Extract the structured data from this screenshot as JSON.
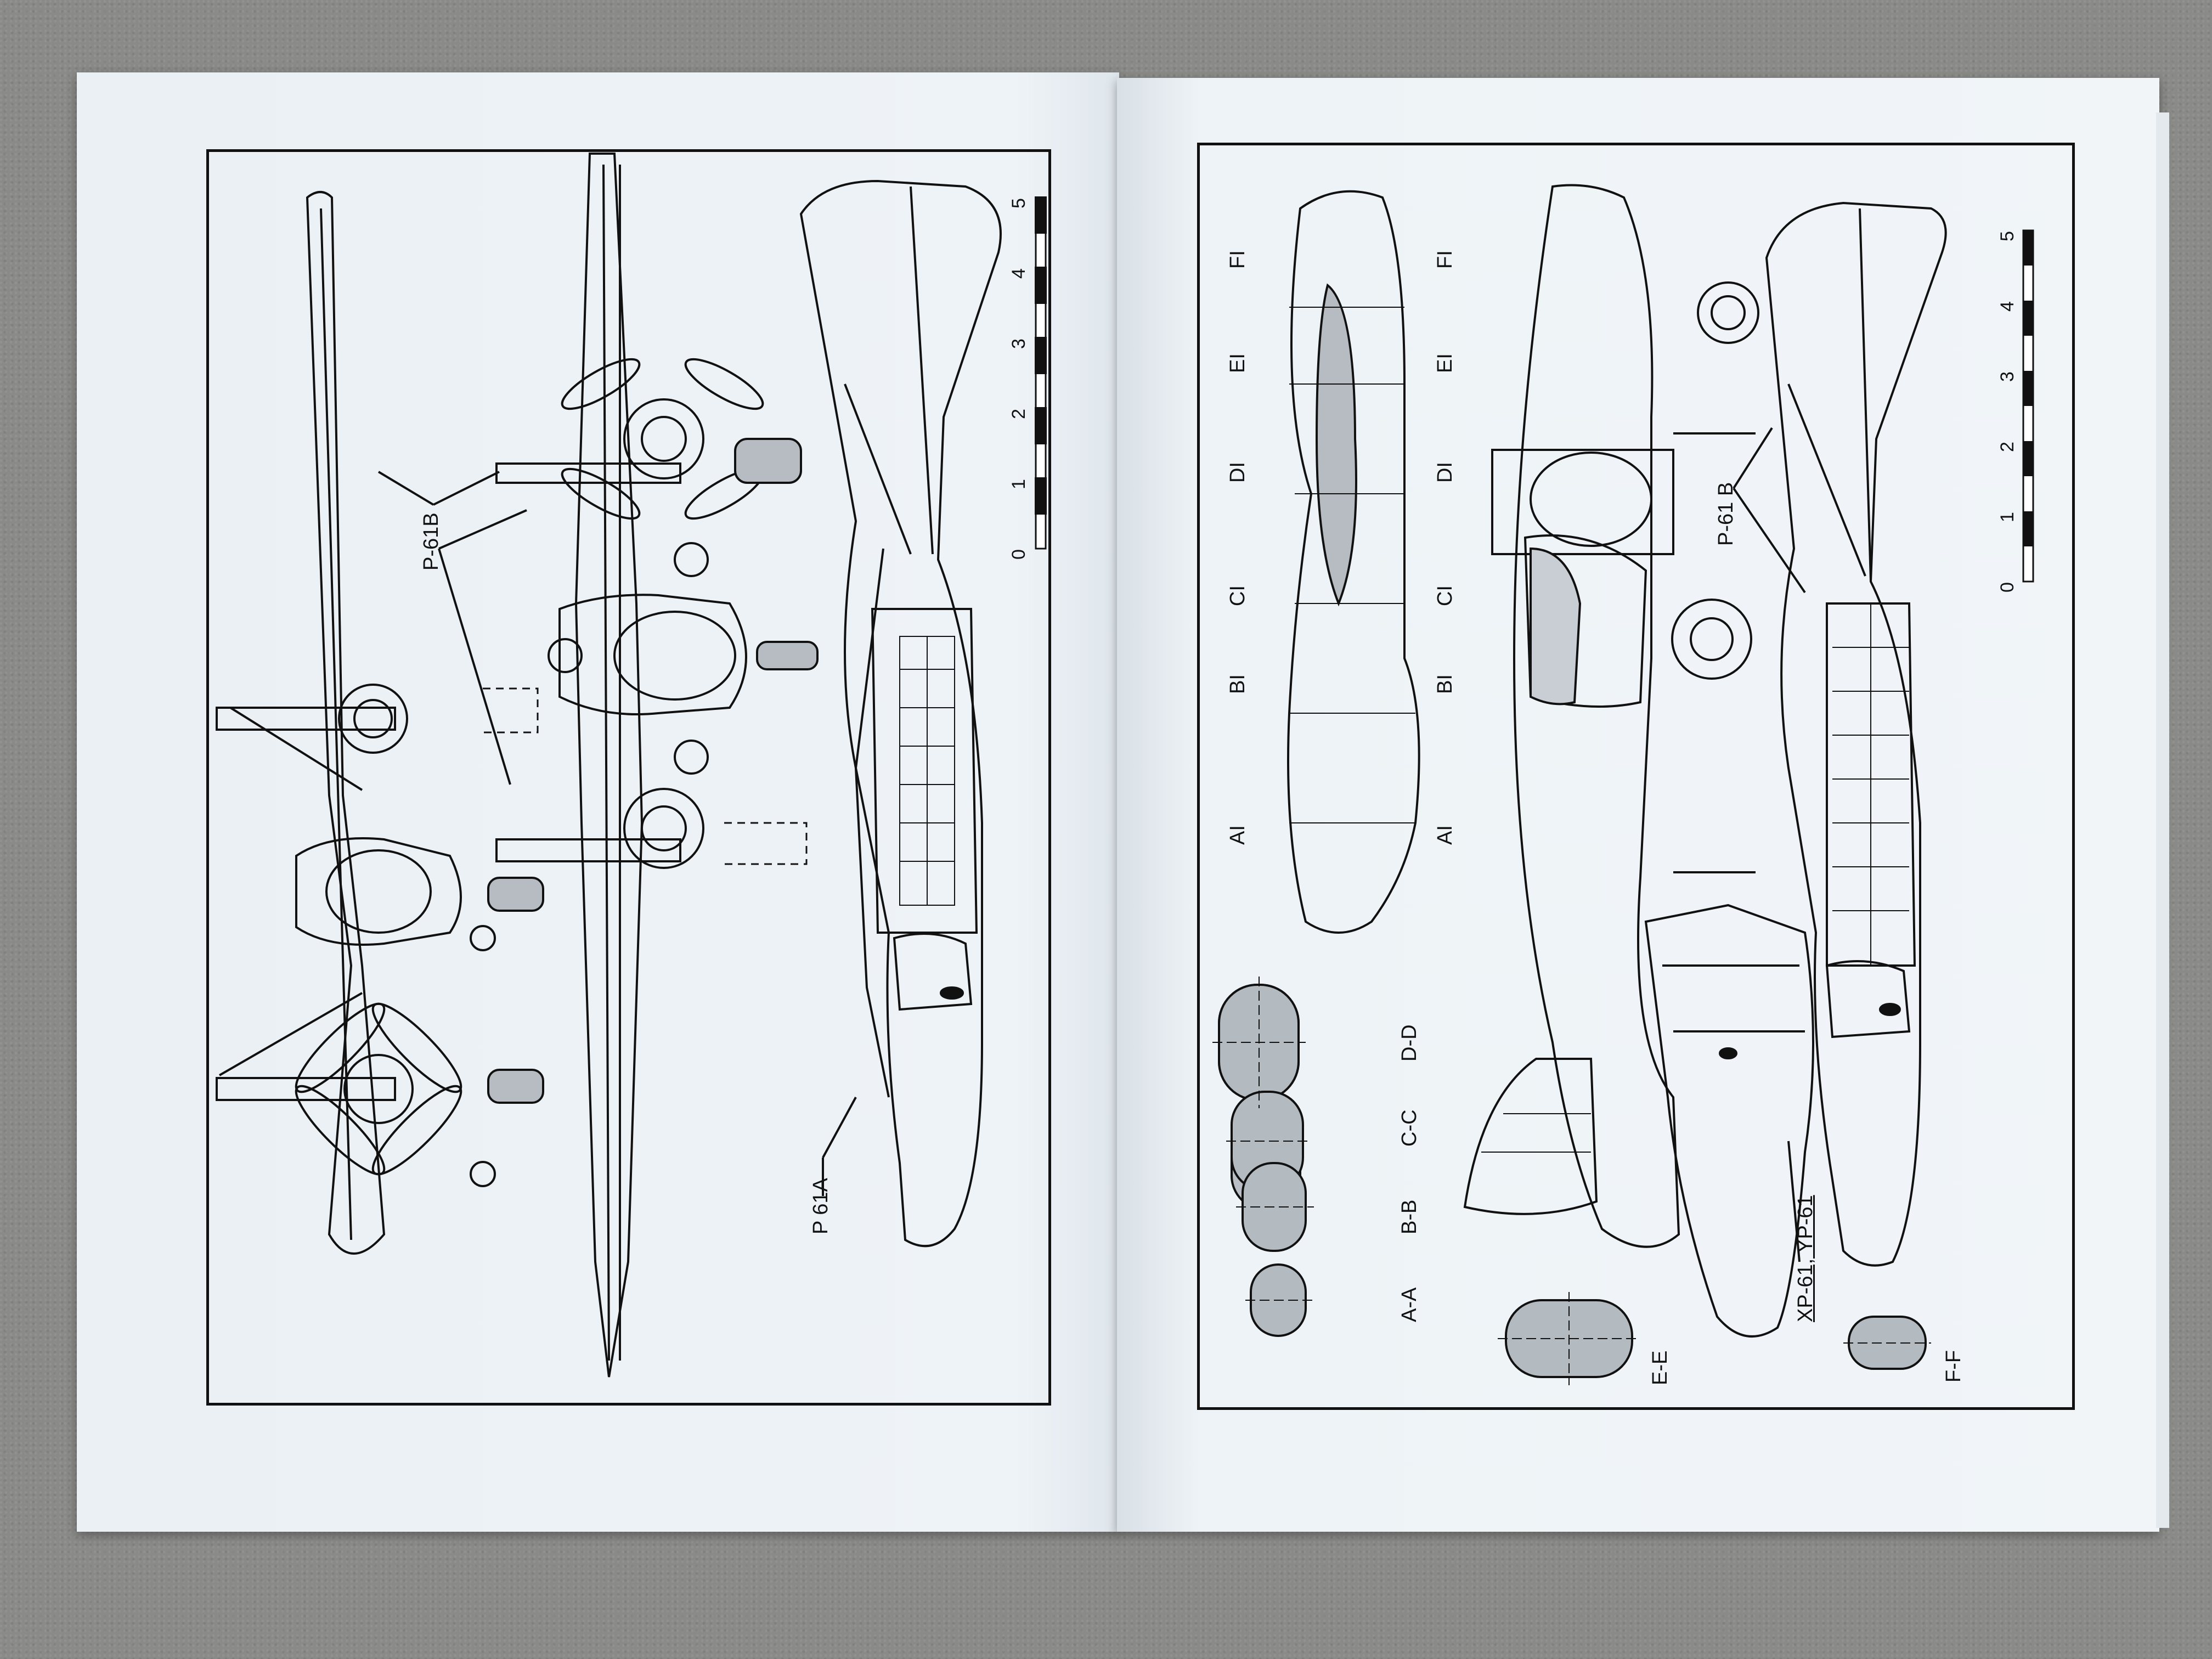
{
  "left_page": {
    "labels": {
      "p61b": "P-61B",
      "p61a": "P 61A"
    },
    "scale_ticks": [
      "0",
      "1",
      "2",
      "3",
      "4",
      "5"
    ]
  },
  "right_page": {
    "labels": {
      "p61b": "P-61 B",
      "xp61": "XP-61, YP-61"
    },
    "station_labels_top": [
      "AI",
      "BI",
      "CI",
      "DI",
      "EI",
      "FI"
    ],
    "station_labels_mid": [
      "AI",
      "BI",
      "CI",
      "DI",
      "EI",
      "FI"
    ],
    "section_labels": [
      "A-A",
      "B-B",
      "C-C",
      "D-D",
      "E-E",
      "F-F"
    ],
    "scale_ticks": [
      "0",
      "1",
      "2",
      "3",
      "4",
      "5"
    ]
  },
  "colors": {
    "paper": "#eef3f7",
    "ink": "#111111",
    "background": "#8a8a88"
  }
}
